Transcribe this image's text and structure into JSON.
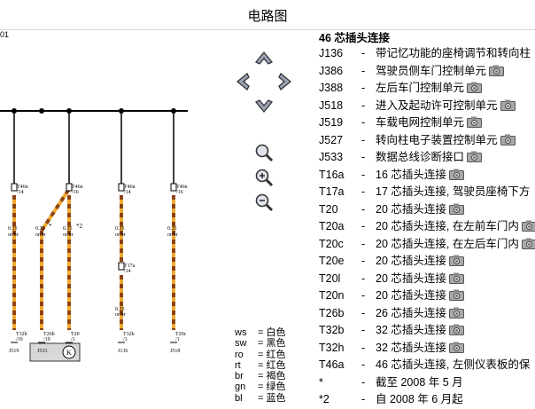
{
  "window": {
    "title": "电路图",
    "corner_text": "01"
  },
  "diagram": {
    "wires": [
      {
        "top_label": "T46n",
        "top_sub": "/14",
        "gauge": "0.35",
        "color": "or/br"
      },
      {
        "top_label": "",
        "top_sub": "",
        "gauge": "0.35",
        "color": "or/br",
        "note": "*"
      },
      {
        "top_label": "T46n",
        "top_sub": "/16",
        "gauge": "0.35",
        "color": "or/br",
        "note": "*2"
      },
      {
        "top_label": "T46n",
        "top_sub": "/14",
        "gauge": "0.35",
        "color": "or/br",
        "mid_label": "T17a",
        "mid_sub": "/14",
        "gauge2": "0.35",
        "color2": "or/br"
      },
      {
        "top_label": "T46n",
        "top_sub": "/16",
        "gauge": "0.35",
        "color": "or/br"
      }
    ],
    "connectors": [
      {
        "pin": "T32b",
        "pin_sub": "/19",
        "component": "J519"
      },
      {
        "pin": "T26b",
        "pin_sub": "/19",
        "component": "J533"
      },
      {
        "pin": "T20",
        "pin_sub": "/1",
        "component": "K"
      },
      {
        "pin": "T32h",
        "pin_sub": "/1",
        "component": "J136"
      },
      {
        "pin": "T20c",
        "pin_sub": "/1",
        "component": "J518"
      }
    ]
  },
  "legend": [
    {
      "code": "ws",
      "text": "白色"
    },
    {
      "code": "sw",
      "text": "黑色"
    },
    {
      "code": "ro",
      "text": "红色"
    },
    {
      "code": "rt",
      "text": "红色"
    },
    {
      "code": "br",
      "text": "褐色"
    },
    {
      "code": "gn",
      "text": "绿色"
    },
    {
      "code": "bl",
      "text": "蓝色"
    }
  ],
  "list": {
    "heading": "46 芯插头连接",
    "items": [
      {
        "code": "J136",
        "text": "带记忆功能的座椅调节和转向柱",
        "camera": false
      },
      {
        "code": "J386",
        "text": "驾驶员侧车门控制单元",
        "camera": true
      },
      {
        "code": "J388",
        "text": "左后车门控制单元",
        "camera": true
      },
      {
        "code": "J518",
        "text": "进入及起动许可控制单元",
        "camera": true
      },
      {
        "code": "J519",
        "text": "车载电网控制单元",
        "camera": true
      },
      {
        "code": "J527",
        "text": "转向柱电子装置控制单元",
        "camera": true
      },
      {
        "code": "J533",
        "text": "数据总线诊断接口",
        "camera": true
      },
      {
        "code": "T16a",
        "text": "16 芯插头连接",
        "camera": true
      },
      {
        "code": "T17a",
        "text": "17 芯插头连接, 驾驶员座椅下方",
        "camera": false
      },
      {
        "code": "T20",
        "text": "20 芯插头连接",
        "camera": true
      },
      {
        "code": "T20a",
        "text": "20 芯插头连接, 在左前车门内",
        "camera": true
      },
      {
        "code": "T20c",
        "text": "20 芯插头连接, 在左后车门内",
        "camera": true
      },
      {
        "code": "T20e",
        "text": "20 芯插头连接",
        "camera": true
      },
      {
        "code": "T20l",
        "text": "20 芯插头连接",
        "camera": true
      },
      {
        "code": "T20n",
        "text": "20 芯插头连接",
        "camera": true
      },
      {
        "code": "T26b",
        "text": "26 芯插头连接",
        "camera": true
      },
      {
        "code": "T32b",
        "text": "32 芯插头连接",
        "camera": true
      },
      {
        "code": "T32h",
        "text": "32 芯插头连接",
        "camera": true
      },
      {
        "code": "T46a",
        "text": "46 芯插头连接, 左侧仪表板的保",
        "camera": false
      },
      {
        "code": "*",
        "text": "截至 2008 年 5 月",
        "camera": false
      },
      {
        "code": "*2",
        "text": "自 2008 年 6 月起",
        "camera": false
      }
    ]
  },
  "controls": {
    "pan": [
      "pan-up",
      "pan-left",
      "pan-right",
      "pan-down"
    ],
    "zoom": [
      "zoom-search",
      "zoom-in",
      "zoom-out"
    ]
  },
  "colors": {
    "wire_orange": "#f0a830",
    "wire_brown": "#8b4513",
    "bus": "#000000",
    "nav_fill": "#9aa0b4"
  }
}
